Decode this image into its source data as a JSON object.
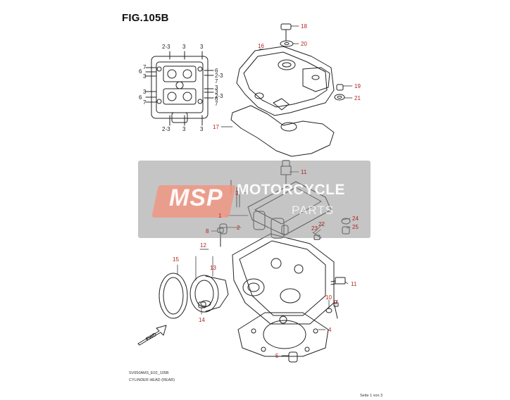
{
  "title": "FIG.105B",
  "doc_code": "SV650AM3_E02_105B",
  "doc_subtitle": "CYLINDER HEAD (REAR)",
  "page_number": "Seite 1 von 3",
  "watermark": {
    "logo": "MSP",
    "line1": "MOTORCYCLE",
    "line2": "PARTS"
  },
  "fwd_label": "FWD",
  "callouts": [
    {
      "id": "c18",
      "text": "18"
    },
    {
      "id": "c16",
      "text": "16"
    },
    {
      "id": "c20",
      "text": "20"
    },
    {
      "id": "c19",
      "text": "19"
    },
    {
      "id": "c21",
      "text": "21"
    },
    {
      "id": "c17",
      "text": "17"
    },
    {
      "id": "c11a",
      "text": "11"
    },
    {
      "id": "c3",
      "text": "3"
    },
    {
      "id": "c1",
      "text": "1"
    },
    {
      "id": "c2",
      "text": "2"
    },
    {
      "id": "c8",
      "text": "8"
    },
    {
      "id": "c22",
      "text": "22"
    },
    {
      "id": "c23",
      "text": "23"
    },
    {
      "id": "c24",
      "text": "24"
    },
    {
      "id": "c25",
      "text": "25"
    },
    {
      "id": "c12",
      "text": "12"
    },
    {
      "id": "c15",
      "text": "15"
    },
    {
      "id": "c13",
      "text": "13"
    },
    {
      "id": "c11b",
      "text": "11"
    },
    {
      "id": "c10",
      "text": "10"
    },
    {
      "id": "c9",
      "text": "9"
    },
    {
      "id": "c14",
      "text": "14"
    },
    {
      "id": "c4",
      "text": "4"
    },
    {
      "id": "c5",
      "text": "5"
    }
  ],
  "bolt_labels": [
    {
      "id": "b1",
      "text": "2-3"
    },
    {
      "id": "b2",
      "text": "3"
    },
    {
      "id": "b3",
      "text": "3"
    },
    {
      "id": "b4",
      "text": "7"
    },
    {
      "id": "b5",
      "text": "6"
    },
    {
      "id": "b6",
      "text": "3"
    },
    {
      "id": "b7",
      "text": "6"
    },
    {
      "id": "b8",
      "text": "2-3"
    },
    {
      "id": "b9",
      "text": "7"
    },
    {
      "id": "b10",
      "text": "3"
    },
    {
      "id": "b11",
      "text": "3"
    },
    {
      "id": "b12",
      "text": "3"
    },
    {
      "id": "b13",
      "text": "2-3"
    },
    {
      "id": "b14",
      "text": "6"
    },
    {
      "id": "b15",
      "text": "6"
    },
    {
      "id": "b16",
      "text": "7"
    },
    {
      "id": "b17",
      "text": "7"
    },
    {
      "id": "b18",
      "text": "2-3"
    },
    {
      "id": "b19",
      "text": "3"
    },
    {
      "id": "b20",
      "text": "3"
    }
  ]
}
